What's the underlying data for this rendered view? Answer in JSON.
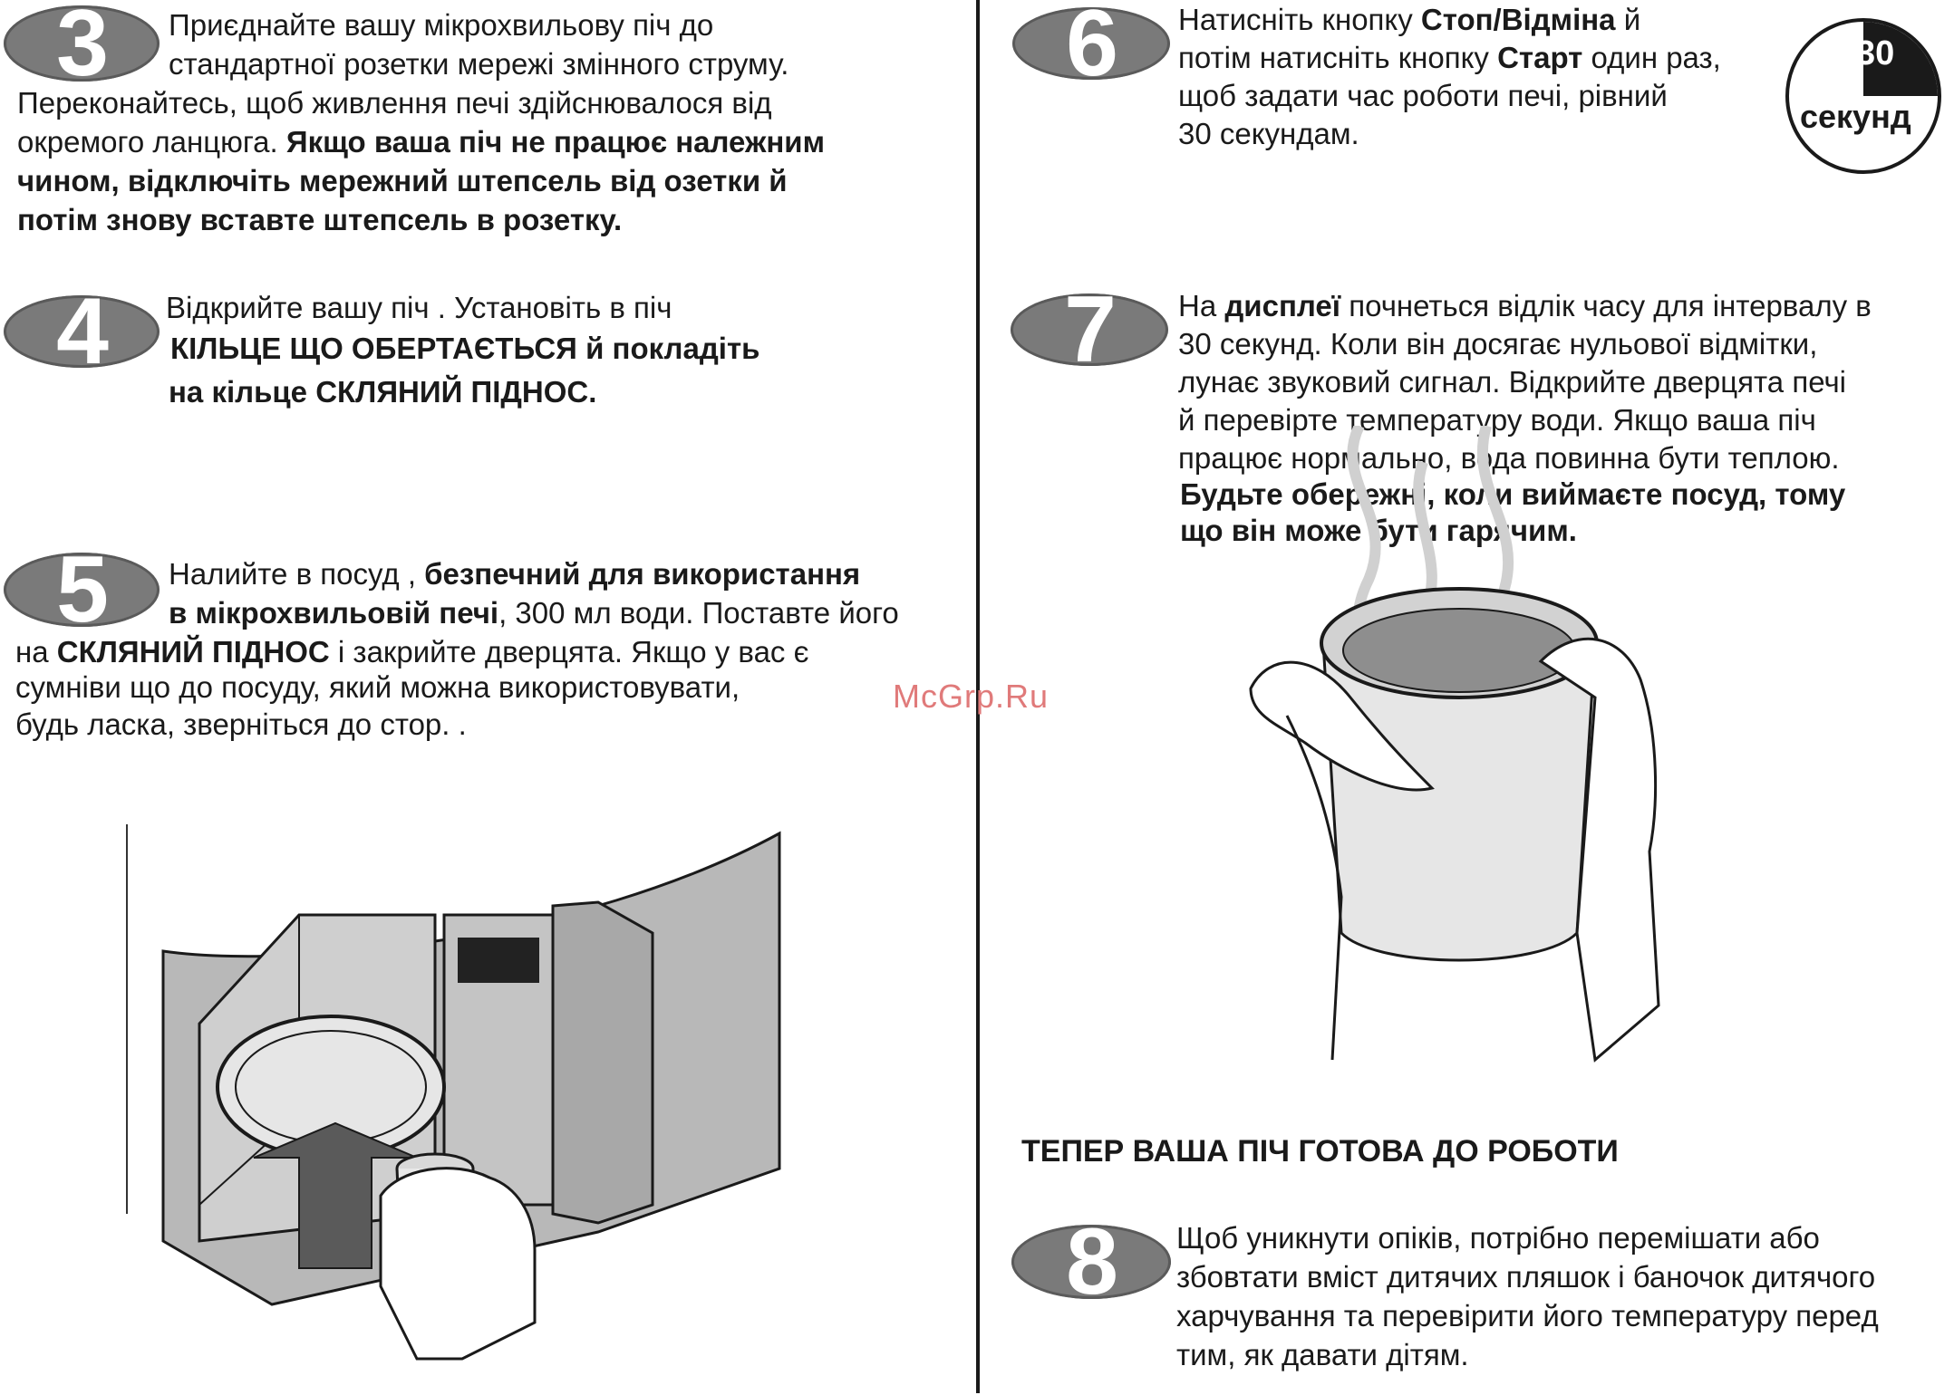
{
  "watermark": "McGrp.Ru",
  "steps": {
    "s3": {
      "number": "3",
      "p1": "Приєднайте вашу мікрохвильову піч до",
      "p2": "стандартної розетки мережі змінного струму.",
      "p3": "Переконайтесь, щоб живлення печі здійснювалося від",
      "p4a": "окремого ланцюга. ",
      "p4b": "Якщо ваша піч не працює належним",
      "p5": "чином, відключіть мережний штепсель від озетки й",
      "p6": "потім знову вставте штепсель в розетку."
    },
    "s4": {
      "number": "4",
      "p1": "Відкрийте вашу піч . Установіть в піч",
      "p2a": "КІЛЬЦЕ ЩО ОБЕРТАЄТЬСЯ",
      "p2b": " й покладіть",
      "p3a": "на кільце ",
      "p3b": "СКЛЯНИЙ ПІДНОС."
    },
    "s5": {
      "number": "5",
      "p1a": "Налийте в посуд , ",
      "p1b": "безпечний  для використання",
      "p2a": "в мікрохвильовій печі",
      "p2b": ", 300 мл води. Поставте його",
      "p3a": "на ",
      "p3b": "СКЛЯНИЙ ПІДНОС",
      "p3c": "  і закрийте дверцята. Якщо у вас є",
      "p4": "сумніви що до посуду, який  можна використовувати,",
      "p5": "будь ласка, зверніться до стор.        ."
    },
    "s6": {
      "number": "6",
      "p1a": "Натисніть кнопку ",
      "p1b": "Стоп/Відміна",
      "p1c": " й",
      "p2a": "потім натисніть кнопку ",
      "p2b": "Старт",
      "p2c": " один раз,",
      "p3": "щоб задати час роботи печі, рівний",
      "p4": "30 секундам.",
      "timer_value": "30",
      "timer_unit": "секунд"
    },
    "s7": {
      "number": "7",
      "p1a": "На ",
      "p1b": "дисплеї",
      "p1c": " почнеться відлік часу для інтервалу в",
      "p2": "30 секунд. Коли він досягає нульової  відмітки,",
      "p3": "лунає звуковий сигнал.  Відкрийте дверцята печі",
      "p4": "й перевірте температуру води. Якщо ваша піч",
      "p5": "працює нормально, вода повинна бути теплою.",
      "p6": "Будьте обережні, коли виймаєте посуд, тому",
      "p7": "що він може бути гарячим."
    },
    "ready": "ТЕПЕР ВАША ПІЧ ГОТОВА ДО РОБОТИ",
    "s8": {
      "number": "8",
      "p1": "Щоб уникнути опіків, потрібно перемішати або",
      "p2": "збовтати вміст дитячих пляшок і баночок дитячого",
      "p3": "харчування та перевірити його температуру перед",
      "p4": "тим, як давати дітям."
    }
  }
}
